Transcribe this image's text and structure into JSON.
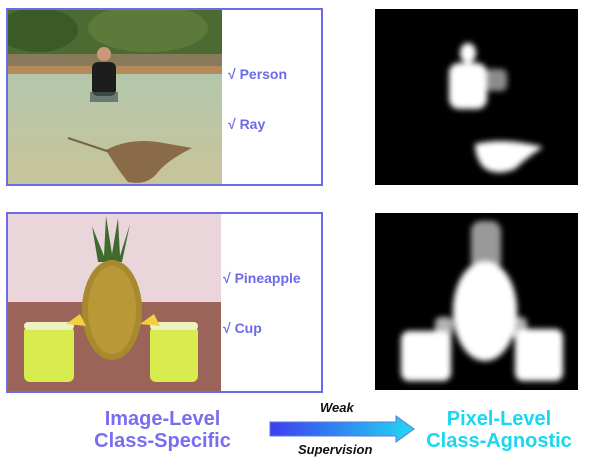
{
  "examples": [
    {
      "labels": [
        "√ Person",
        "√ Ray"
      ]
    },
    {
      "labels": [
        "√ Pineapple",
        "√ Cup"
      ]
    }
  ],
  "footer": {
    "left_line1": "Image-Level",
    "left_line2": "Class-Specific",
    "arrow_top": "Weak",
    "arrow_bottom": "Supervision",
    "right_line1": "Pixel-Level",
    "right_line2": "Class-Agnostic"
  },
  "colors": {
    "border": "#6b6bea",
    "label": "#6b6bea",
    "left_text": "#7b6df0",
    "right_text": "#19d7ef",
    "arrow_start": "#3d3df0",
    "arrow_end": "#22d8f0"
  }
}
